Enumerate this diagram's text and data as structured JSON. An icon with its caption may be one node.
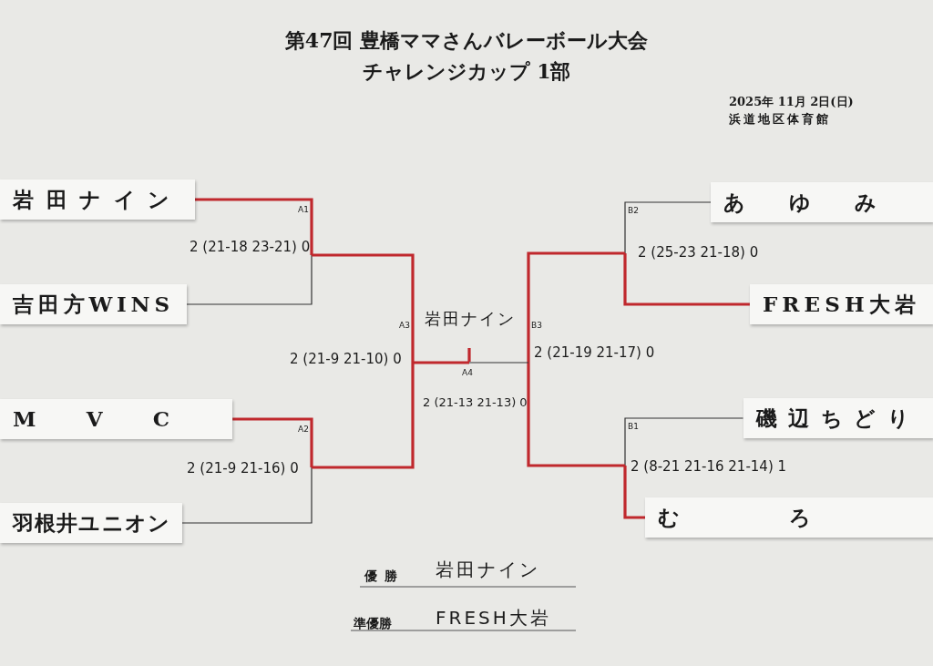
{
  "diagram": {
    "title": "第47回 豊橋ママさんバレーボール大会",
    "nodes": [
      {
        "text": [
          "岩田ナイン"
        ]
      },
      {
        "text": [
          "吉田方WINS"
        ]
      },
      {
        "text": [
          "MVC"
        ]
      },
      {
        "text": [
          "羽根井ユニオン"
        ]
      },
      {
        "text": [
          "あゆみ"
        ]
      },
      {
        "text": [
          "FRESH大岩"
        ]
      },
      {
        "text": [
          "磯辺ちどり"
        ]
      },
      {
        "text": [
          "むろ"
        ]
      },
      {
        "text": [
          "A1"
        ]
      },
      {
        "text": [
          "A2"
        ]
      },
      {
        "text": [
          "A3"
        ]
      },
      {
        "text": [
          "A4"
        ]
      },
      {
        "text": [
          "B2"
        ]
      },
      {
        "text": [
          "B1"
        ]
      },
      {
        "text": [
          "B3"
        ]
      }
    ],
    "edges": [
      {
        "from": 0,
        "to": 8,
        "arrow": "none",
        "color": "#c0282d"
      },
      {
        "from": 1,
        "to": 8,
        "arrow": "none",
        "color": "#333333"
      },
      {
        "from": 2,
        "to": 9,
        "arrow": "none",
        "color": "#c0282d"
      },
      {
        "from": 3,
        "to": 9,
        "arrow": "none",
        "color": "#333333"
      },
      {
        "from": 8,
        "to": 10,
        "arrow": "none",
        "color": "#c0282d"
      },
      {
        "from": 9,
        "to": 10,
        "arrow": "none",
        "color": "#c0282d"
      },
      {
        "from": 10,
        "to": 11,
        "arrow": "none",
        "color": "#c0282d"
      },
      {
        "from": 4,
        "to": 12,
        "arrow": "none",
        "color": "#333333"
      },
      {
        "from": 5,
        "to": 12,
        "arrow": "none",
        "color": "#c0282d"
      },
      {
        "from": 6,
        "to": 13,
        "arrow": "none",
        "color": "#333333"
      },
      {
        "from": 7,
        "to": 13,
        "arrow": "none",
        "color": "#c0282d"
      },
      {
        "from": 12,
        "to": 14,
        "arrow": "none",
        "color": "#c0282d"
      },
      {
        "from": 13,
        "to": 14,
        "arrow": "none",
        "color": "#c0282d"
      },
      {
        "from": 14,
        "to": 11,
        "arrow": "none",
        "color": "#333333"
      }
    ],
    "labels": [
      "チャレンジカップ 1部",
      "2025年 11月 2日(日)",
      "浜道地区体育館",
      "2 (21-18 23-21) 0",
      "2 (25-23 21-18) 0",
      "岩田ナイン",
      "2 (21-9 21-10) 0",
      "2 (21-19 21-17) 0",
      "2 (21-13 21-13) 0",
      "2 (8-21 21-16 21-14) 1",
      "2 (21-9 21-16) 0",
      "優勝",
      "岩田ナイン",
      "準優勝",
      "FRESH大岩"
    ]
  }
}
